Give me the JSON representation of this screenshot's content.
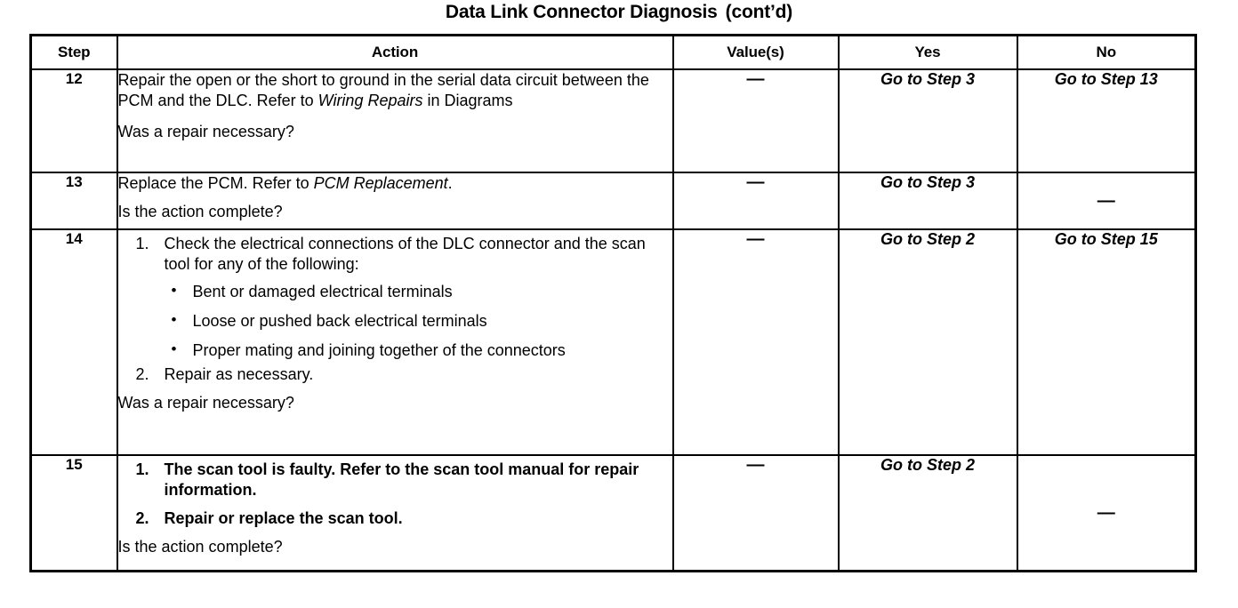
{
  "title": {
    "main": "Data Link Connector Diagnosis",
    "cont": "(cont’d)"
  },
  "table": {
    "headers": {
      "step": "Step",
      "action": "Action",
      "value": "Value(s)",
      "yes": "Yes",
      "no": "No"
    },
    "dash": "—",
    "bullet": "•",
    "rows": [
      {
        "step": "12",
        "action": {
          "paragraph_pre": "Repair the open or the short to ground in the serial data circuit between the PCM and the DLC. Refer to ",
          "paragraph_italic": "Wiring Repairs",
          "paragraph_post": " in Diagrams",
          "question": "Was a repair necessary?"
        },
        "value": "—",
        "yes": "Go to Step 3",
        "no": "Go to Step 13"
      },
      {
        "step": "13",
        "action": {
          "paragraph_pre": "Replace the PCM. Refer to ",
          "paragraph_italic": "PCM Replacement",
          "paragraph_post": ".",
          "question": "Is the action complete?"
        },
        "value": "—",
        "yes": "Go to Step 3",
        "no": "—"
      },
      {
        "step": "14",
        "action": {
          "items": [
            {
              "num": "1.",
              "text": "Check the electrical connections of the DLC connector and the scan tool for any of the following:"
            },
            {
              "num": "2.",
              "text": "Repair as necessary."
            }
          ],
          "bullets": [
            "Bent or damaged electrical terminals",
            "Loose or pushed back electrical terminals",
            "Proper mating and joining together of the connectors"
          ],
          "question": "Was a repair necessary?"
        },
        "value": "—",
        "yes": "Go to Step 2",
        "no": "Go to Step 15"
      },
      {
        "step": "15",
        "action": {
          "items": [
            {
              "num": "1.",
              "text": "The scan tool is faulty. Refer to the scan tool manual for repair information."
            },
            {
              "num": "2.",
              "text": "Repair or replace the scan tool."
            }
          ],
          "question": "Is the action complete?"
        },
        "value": "—",
        "yes": "Go to Step 2",
        "no": "—"
      }
    ]
  }
}
